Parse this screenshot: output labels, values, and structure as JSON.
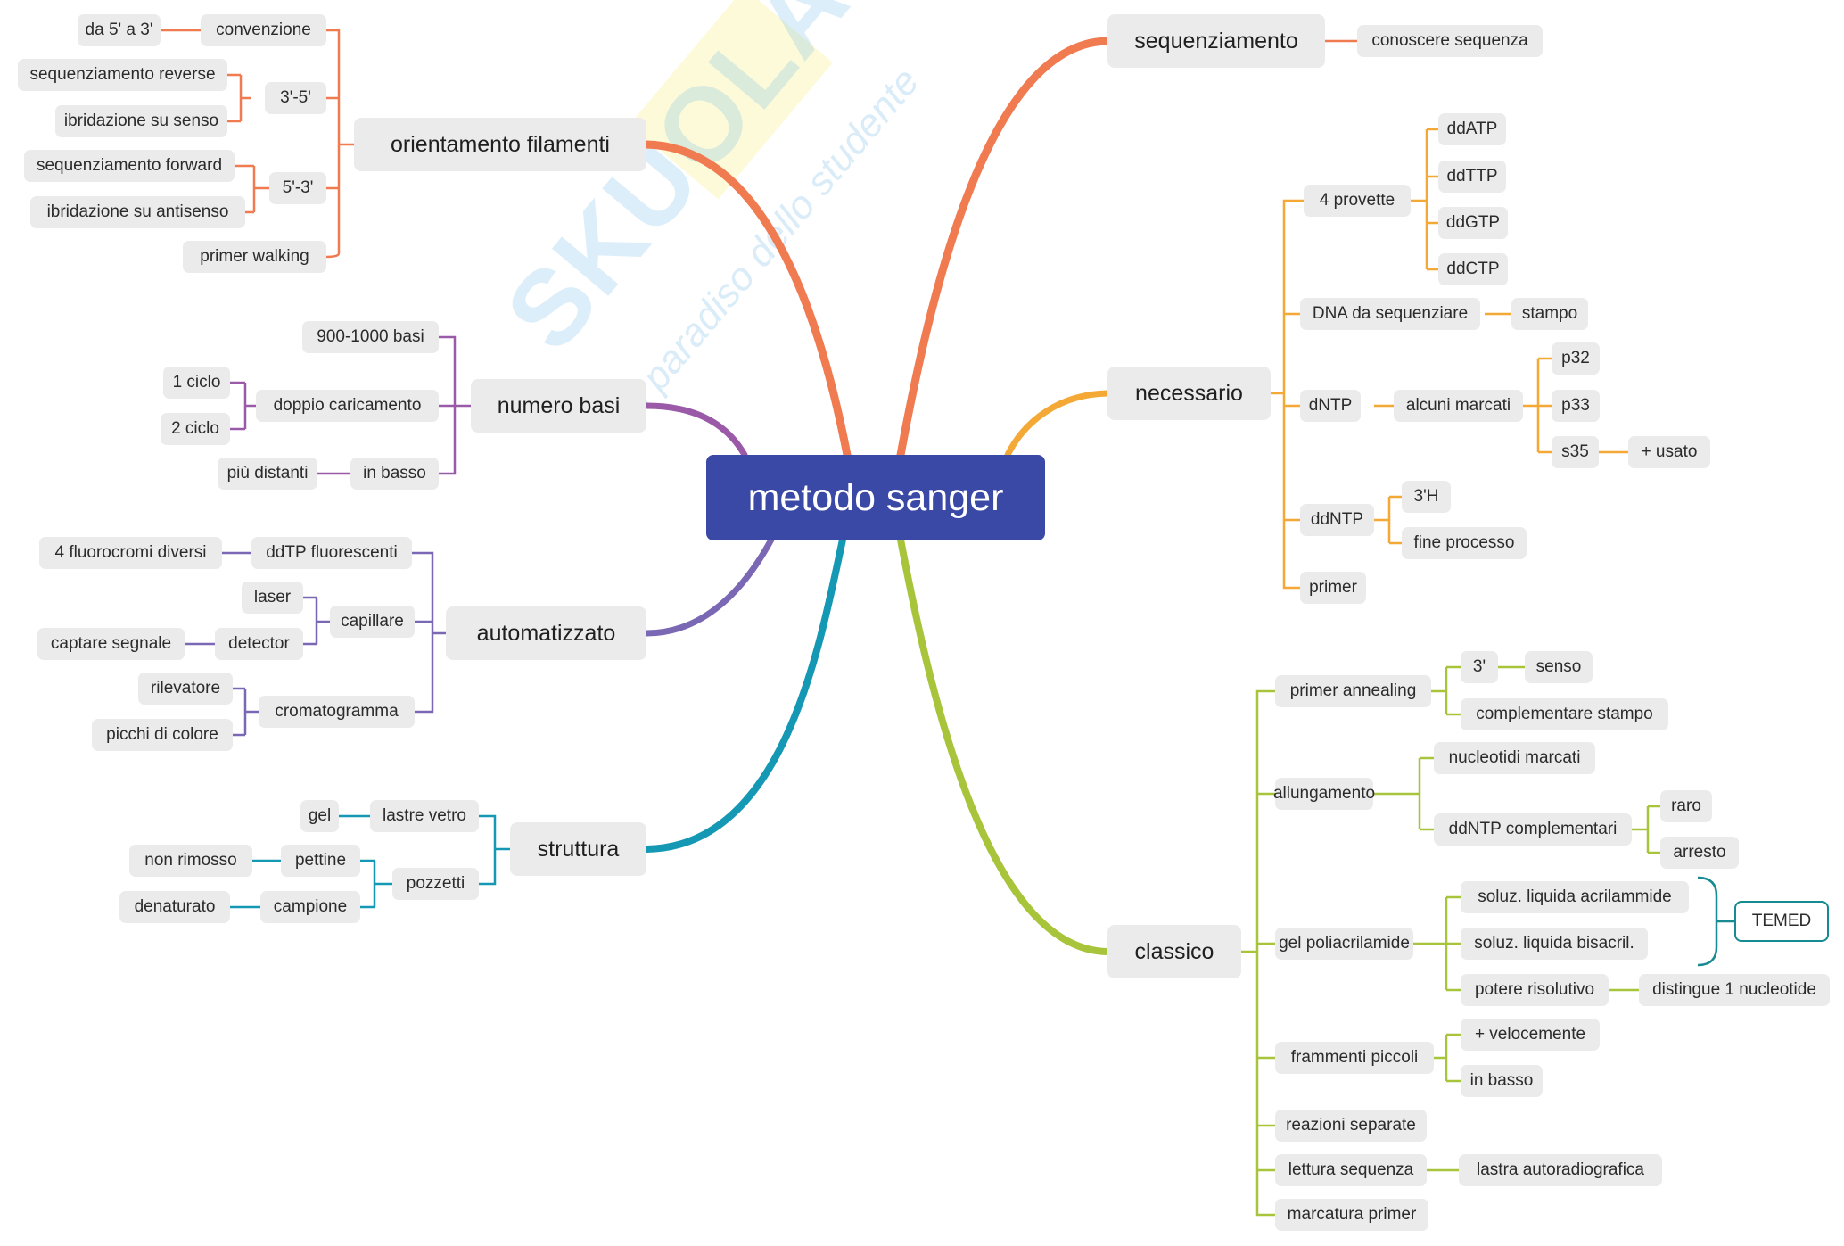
{
  "colors": {
    "root_bg": "#3a48a6",
    "orientamento": "#f07b50",
    "sequenziamento": "#f07b50",
    "numero_basi": "#9b5aa8",
    "automatizzato": "#7a68b4",
    "struttura": "#1598b4",
    "necessario": "#f4a836",
    "classico": "#a8c43a",
    "temed": "#168b92"
  },
  "watermark": {
    "brand": "SKUOLA.net",
    "tagline": "il paradiso dello studente"
  },
  "root": "metodo sanger",
  "left": {
    "orientamento": {
      "label": "orientamento filamenti",
      "convenzione": "convenzione",
      "da5a3": "da 5' a 3'",
      "n35": "3'-5'",
      "seq_reverse": "sequenziamento reverse",
      "ibr_senso": "ibridazione su senso",
      "n53": "5'-3'",
      "seq_forward": "sequenziamento forward",
      "ibr_antisenso": "ibridazione su antisenso",
      "primer_walking": "primer walking"
    },
    "numero_basi": {
      "label": "numero basi",
      "basi": "900-1000 basi",
      "doppio": "doppio caricamento",
      "ciclo1": "1 ciclo",
      "ciclo2": "2 ciclo",
      "in_basso": "in basso",
      "piu_distanti": "più distanti"
    },
    "automatizzato": {
      "label": "automatizzato",
      "ddtp": "ddTP fluorescenti",
      "fluorocromi": "4 fluorocromi diversi",
      "capillare": "capillare",
      "laser": "laser",
      "detector": "detector",
      "captare": "captare segnale",
      "cromatogramma": "cromatogramma",
      "rilevatore": "rilevatore",
      "picchi": "picchi di colore"
    },
    "struttura": {
      "label": "struttura",
      "lastre": "lastre vetro",
      "gel": "gel",
      "pozzetti": "pozzetti",
      "pettine": "pettine",
      "non_rimosso": "non rimosso",
      "campione": "campione",
      "denaturato": "denaturato"
    }
  },
  "right": {
    "sequenziamento": {
      "label": "sequenziamento",
      "conoscere": "conoscere sequenza"
    },
    "necessario": {
      "label": "necessario",
      "provette": "4 provette",
      "ddatp": "ddATP",
      "ddttp": "ddTTP",
      "ddgtp": "ddGTP",
      "ddctp": "ddCTP",
      "dna": "DNA da sequenziare",
      "stampo": "stampo",
      "dntp": "dNTP",
      "marcati": "alcuni marcati",
      "p32": "p32",
      "p33": "p33",
      "s35": "s35",
      "usato": "+ usato",
      "ddntp": "ddNTP",
      "h3": "3'H",
      "fine": "fine processo",
      "primer": "primer"
    },
    "classico": {
      "label": "classico",
      "annealing": "primer annealing",
      "n3": "3'",
      "senso": "senso",
      "complementare": "complementare stampo",
      "allungamento": "allungamento",
      "nucleotidi": "nucleotidi marcati",
      "ddntp_comp": "ddNTP complementari",
      "raro": "raro",
      "arresto": "arresto",
      "gel_poli": "gel poliacrilamide",
      "acrilammide": "soluz. liquida acrilammide",
      "bisacril": "soluz. liquida bisacril.",
      "temed": "TEMED",
      "potere": "potere risolutivo",
      "distingue": "distingue 1 nucleotide",
      "frammenti": "frammenti piccoli",
      "velocemente": "+ velocemente",
      "in_basso": "in basso",
      "reazioni": "reazioni separate",
      "lettura": "lettura sequenza",
      "lastra": "lastra autoradiografica",
      "marcatura": "marcatura primer"
    }
  }
}
